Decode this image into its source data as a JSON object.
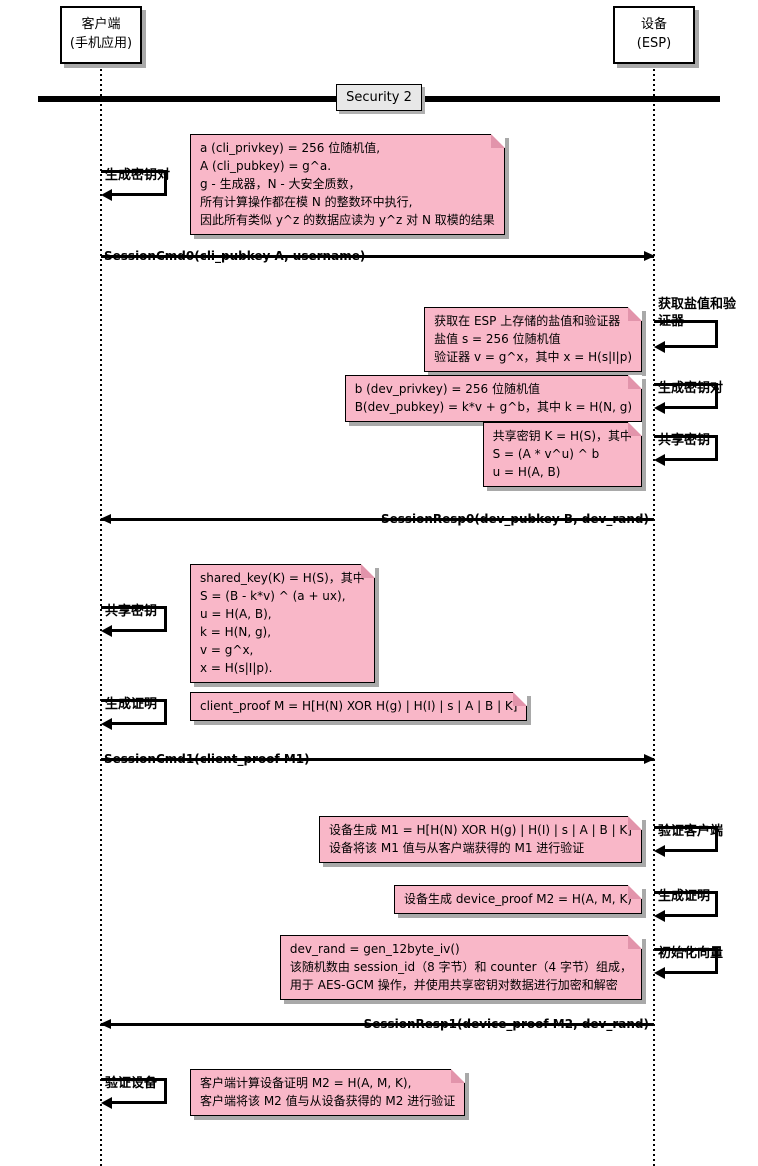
{
  "participants": {
    "client": {
      "line1": "客户端",
      "line2": "(手机应用)"
    },
    "device": {
      "line1": "设备",
      "line2": "(ESP)"
    }
  },
  "divider": {
    "label": "Security 2"
  },
  "messages": {
    "cmd0": "SessionCmd0(cli_pubkey A, username)",
    "resp0": "SessionResp0(dev_pubkey B, dev_rand)",
    "cmd1": "SessionCmd1(client_proof M1)",
    "resp1": "SessionResp1(device_proof M2, dev_rand)"
  },
  "self_messages": {
    "client_gen_keypair": "生成密钥对",
    "client_shared_key": "共享密钥",
    "client_gen_proof": "生成证明",
    "client_verify_device": "验证设备",
    "device_obtain_salt": "获取盐值和验证器",
    "device_gen_keypair": "生成密钥对",
    "device_shared_key": "共享密钥",
    "device_verify_client": "验证客户端",
    "device_gen_proof": "生成证明",
    "device_init_vector": "初始化向量"
  },
  "notes": {
    "client_keypair": {
      "lines": [
        "a (cli_privkey) = 256 位随机值,",
        "A (cli_pubkey) = g^a.",
        "g - 生成器，N - 大安全质数，",
        "所有计算操作都在模 N 的整数环中执行,",
        "因此所有类似 y^z 的数据应读为 y^z 对 N 取模的结果"
      ]
    },
    "salt_verifier": {
      "lines": [
        "获取在 ESP 上存储的盐值和验证器",
        "盐值 s = 256 位随机值",
        "验证器 v = g^x，其中 x = H(s|I|p)"
      ]
    },
    "dev_keypair": {
      "lines": [
        "b (dev_privkey) = 256 位随机值",
        "B(dev_pubkey) = k*v + g^b，其中 k = H(N, g)"
      ]
    },
    "dev_shared_key": {
      "lines": [
        "共享密钥 K = H(S)，其中",
        "S = (A * v^u) ^ b",
        "u = H(A, B)"
      ]
    },
    "cli_shared_key": {
      "lines": [
        "shared_key(K) = H(S)，其中",
        "S = (B - k*v) ^ (a + ux),",
        "u = H(A, B),",
        "k = H(N, g),",
        "v = g^x,",
        "x = H(s|I|p)."
      ]
    },
    "client_proof": {
      "lines": [
        "client_proof M = H[H(N) XOR H(g) | H(I) | s | A | B | K]"
      ]
    },
    "verify_client": {
      "lines": [
        "设备生成 M1 = H[H(N) XOR H(g) | H(I) | s | A | B | K]",
        "设备将该 M1 值与从客户端获得的 M1 进行验证"
      ]
    },
    "device_proof": {
      "lines": [
        "设备生成 device_proof M2 = H(A, M, K)"
      ]
    },
    "dev_rand": {
      "lines": [
        "dev_rand = gen_12byte_iv()",
        "该随机数由 session_id（8 字节）和 counter（4 字节）组成，",
        "用于 AES-GCM 操作，并使用共享密钥对数据进行加密和解密"
      ]
    },
    "verify_device": {
      "lines": [
        "客户端计算设备证明 M2 = H(A, M, K),",
        "客户端将该 M2 值与从设备获得的 M2 进行验证"
      ]
    }
  },
  "colors": {
    "note_fill": "#f9b7c8",
    "note_fold": "#e294ab",
    "divider_label_fill": "#e8e8e8",
    "shadow": "#a9a9a9",
    "line": "#000000"
  }
}
